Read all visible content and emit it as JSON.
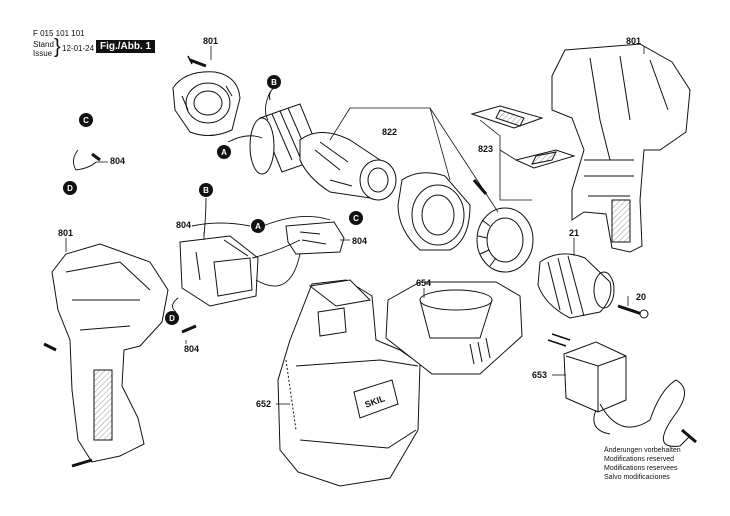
{
  "header": {
    "doc_number": "F 015 101 101",
    "stand_label": "Stand",
    "issue_label": "Issue",
    "date": "12-01-24",
    "figure_label": "Fig./Abb. 1"
  },
  "parts": {
    "p801_top": "801",
    "p801_right": "801",
    "p801_left": "801",
    "p822": "822",
    "p823": "823",
    "p804_left": "804",
    "p804_mid": "804",
    "p804_right": "804",
    "p804_bottom": "804",
    "p21": "21",
    "p20": "20",
    "p654": "654",
    "p653": "653",
    "p652": "652"
  },
  "markers": {
    "a1": "A",
    "a2": "A",
    "b1": "B",
    "b2": "B",
    "c1": "C",
    "c2": "C",
    "d1": "D",
    "d2": "D"
  },
  "battery_logo": "SKIL",
  "notes": [
    "Änderungen vorbehalten",
    "Modifications reserved",
    "Modifications reservees",
    "Salvo modificaciones"
  ]
}
